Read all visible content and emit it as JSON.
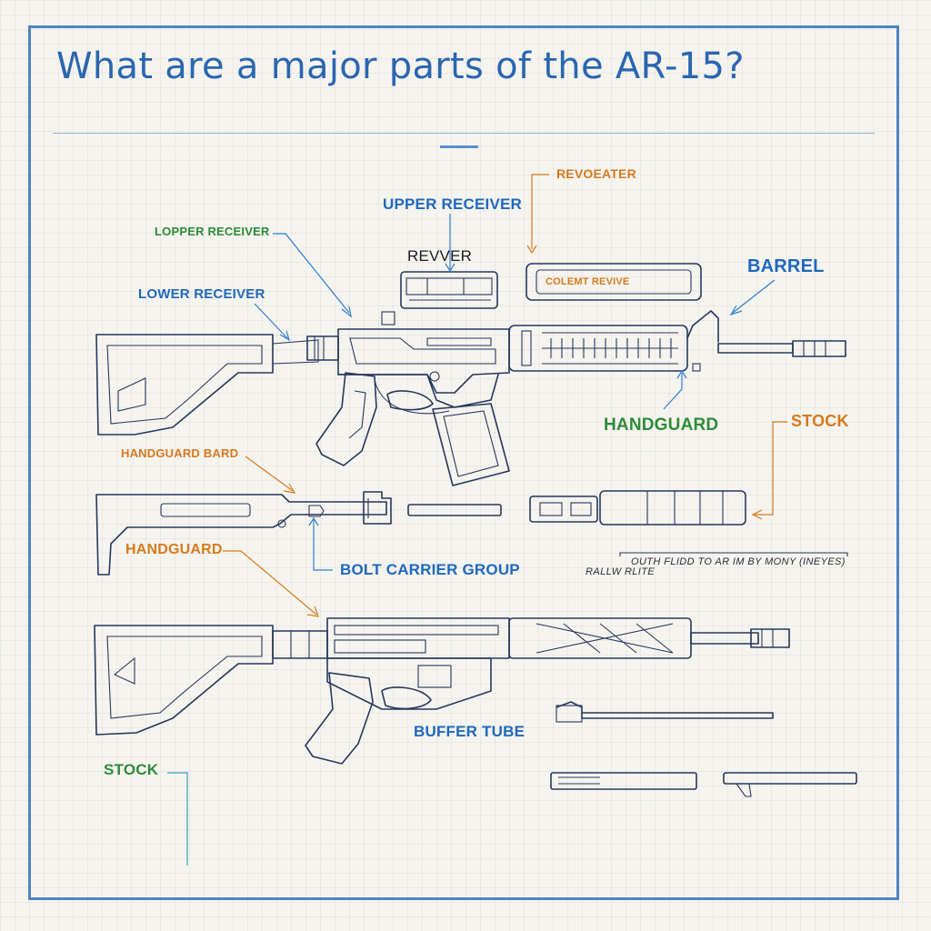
{
  "title": "What are a major parts of the AR-15?",
  "labels": {
    "revoeater": "REVOEATER",
    "upper_receiver": "UPPER RECEIVER",
    "lopper_receiver": "LOPPER RECEIVER",
    "revver": "REVVER",
    "barrel": "BARREL",
    "colemt_revive": "COLEMT REVIVE",
    "lower_receiver": "LOWER RECEIVER",
    "handguard_top": "HANDGUARD",
    "stock_right": "STOCK",
    "handguard_bard": "HANDGUARD BARD",
    "bolt_carrier_group": "BOLT CARRIER GROUP",
    "handguard_mid": "HANDGUARD",
    "note_line1": "OUTH FLIDD TO AR IM BY MONY (INEYES)",
    "note_line2": "RALLW RLITE",
    "buffer_tube": "BUFFER TUBE",
    "stock_bottom": "STOCK"
  },
  "colors": {
    "frame": "#4f83c2",
    "title": "#2b66b0",
    "label_blue": "#1f68bd",
    "label_green": "#2e8b3a",
    "label_orange": "#d67a1e",
    "line_art": "#26385e",
    "background": "#f6f4ee"
  }
}
